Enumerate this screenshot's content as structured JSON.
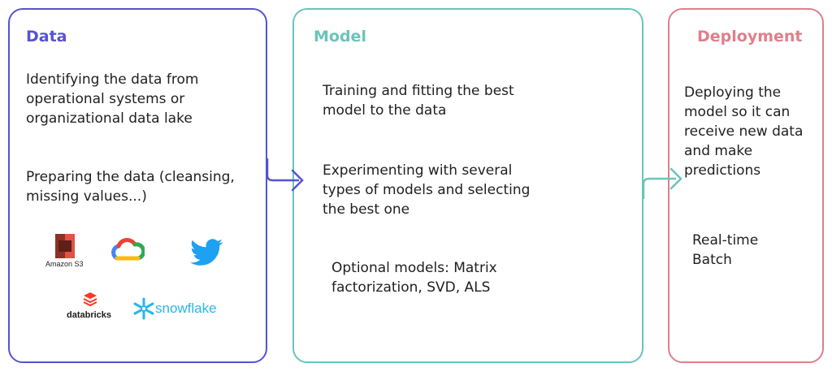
{
  "data_panel": {
    "title": "Data",
    "text1": "Identifying the data from operational systems or organizational data lake",
    "text2": "Preparing the data (cleansing, missing values...)",
    "logos": {
      "amazon_s3": "Amazon S3",
      "databricks": "databricks",
      "snowflake": "snowflake"
    }
  },
  "model_panel": {
    "title": "Model",
    "text1": "Training and fitting the best model to the data",
    "text2": "Experimenting with several types of models and selecting the best one",
    "text3": "Optional models: Matrix factorization, SVD, ALS"
  },
  "deploy_panel": {
    "title": "Deployment",
    "text1": "Deploying the model so it can receive new data and make predictions",
    "text2": "Real-time Batch"
  },
  "colors": {
    "data": "#5553d2",
    "model": "#6ac4bb",
    "deploy": "#e07f8b"
  }
}
